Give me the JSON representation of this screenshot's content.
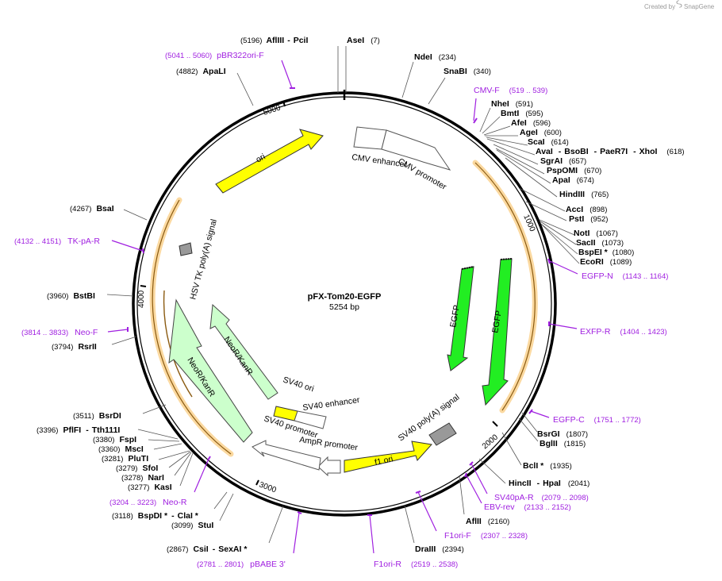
{
  "credit": {
    "created_by": "Created by",
    "brand": "SnapGene"
  },
  "plasmid": {
    "name": "pFX-Tom20-EGFP",
    "size_label": "5254 bp",
    "length": 5254
  },
  "ticks": [
    "1000",
    "2000",
    "3000",
    "4000",
    "5000"
  ],
  "features": [
    {
      "name": "CMV enhancer",
      "label": "CMV enhancer",
      "color": "#ffffff"
    },
    {
      "name": "CMV promoter",
      "label": "CMV promoter",
      "color": "#ffffff"
    },
    {
      "name": "EGFP (inner)",
      "label": "EGFP",
      "color": "#22ee22"
    },
    {
      "name": "EGFP (outer)",
      "label": "EGFP",
      "color": "#22ee22"
    },
    {
      "name": "SV40 poly(A) signal",
      "label": "SV40 poly(A) signal",
      "color": "#999999"
    },
    {
      "name": "f1 ori",
      "label": "f1 ori",
      "color": "#ffff00"
    },
    {
      "name": "AmpR promoter",
      "label": "AmpR promoter",
      "color": "#ffffff"
    },
    {
      "name": "SV40 promoter",
      "label": "SV40 promoter",
      "color": "#ffffff"
    },
    {
      "name": "SV40 ori",
      "label": "SV40 ori",
      "color": "#ffff00"
    },
    {
      "name": "SV40 enhancer",
      "label": "SV40 enhancer",
      "color": "#ffffff"
    },
    {
      "name": "NeoR/KanR (inner)",
      "label": "NeoR/KanR",
      "color": "#ccffcc"
    },
    {
      "name": "NeoR/KanR (outer)",
      "label": "NeoR/KanR",
      "color": "#ccffcc"
    },
    {
      "name": "HSV TK poly(A) signal",
      "label": "HSV TK poly(A) signal",
      "color": "#999999"
    },
    {
      "name": "ori",
      "label": "ori",
      "color": "#ffff00"
    }
  ],
  "sites": [
    {
      "name": "AflIII",
      "name2": "PciI",
      "pos": "(5196)"
    },
    {
      "name": "AseI",
      "pos": "(7)"
    },
    {
      "name": "NdeI",
      "pos": "(234)"
    },
    {
      "name": "SnaBI",
      "pos": "(340)"
    },
    {
      "name": "NheI",
      "pos": "(591)"
    },
    {
      "name": "BmtI",
      "pos": "(595)"
    },
    {
      "name": "AfeI",
      "pos": "(596)"
    },
    {
      "name": "AgeI",
      "pos": "(600)"
    },
    {
      "name": "ScaI",
      "pos": "(614)"
    },
    {
      "name": "AvaI",
      "name2": "BsoBI",
      "name3": "PaeR7I",
      "name4": "XhoI",
      "pos": "(618)"
    },
    {
      "name": "SgrAI",
      "pos": "(657)"
    },
    {
      "name": "PspOMI",
      "pos": "(670)"
    },
    {
      "name": "ApaI",
      "pos": "(674)"
    },
    {
      "name": "HindIII",
      "pos": "(765)"
    },
    {
      "name": "AccI",
      "pos": "(898)"
    },
    {
      "name": "PstI",
      "pos": "(952)"
    },
    {
      "name": "NotI",
      "pos": "(1067)"
    },
    {
      "name": "SacII",
      "pos": "(1073)"
    },
    {
      "name": "BspEI *",
      "pos": "(1080)"
    },
    {
      "name": "EcoRI",
      "pos": "(1089)"
    },
    {
      "name": "BsrGI",
      "pos": "(1807)"
    },
    {
      "name": "BglII",
      "pos": "(1815)"
    },
    {
      "name": "BclI *",
      "pos": "(1935)"
    },
    {
      "name": "HincII",
      "name2": "HpaI",
      "pos": "(2041)"
    },
    {
      "name": "AflII",
      "pos": "(2160)"
    },
    {
      "name": "DraIII",
      "pos": "(2394)"
    },
    {
      "name": "CsiI",
      "name2": "SexAI *",
      "pos": "(2867)"
    },
    {
      "name": "StuI",
      "pos": "(3099)"
    },
    {
      "name": "BspDI *",
      "name2": "ClaI *",
      "pos": "(3118)"
    },
    {
      "name": "KasI",
      "pos": "(3277)"
    },
    {
      "name": "NarI",
      "pos": "(3278)"
    },
    {
      "name": "SfoI",
      "pos": "(3279)"
    },
    {
      "name": "PluTI",
      "pos": "(3281)"
    },
    {
      "name": "MscI",
      "pos": "(3360)"
    },
    {
      "name": "FspI",
      "pos": "(3380)"
    },
    {
      "name": "PflFI",
      "name2": "Tth111I",
      "pos": "(3396)"
    },
    {
      "name": "BsrDI",
      "pos": "(3511)"
    },
    {
      "name": "RsrII",
      "pos": "(3794)"
    },
    {
      "name": "BstBI",
      "pos": "(3960)"
    },
    {
      "name": "BsaI",
      "pos": "(4267)"
    },
    {
      "name": "ApaLI",
      "pos": "(4882)"
    }
  ],
  "primers": [
    {
      "name": "pBR322ori-F",
      "range": "(5041 .. 5060)"
    },
    {
      "name": "CMV-F",
      "range": "(519 .. 539)"
    },
    {
      "name": "EGFP-N",
      "range": "(1143 .. 1164)"
    },
    {
      "name": "EXFP-R",
      "range": "(1404 .. 1423)"
    },
    {
      "name": "EGFP-C",
      "range": "(1751 .. 1772)"
    },
    {
      "name": "SV40pA-R",
      "range": "(2079 .. 2098)"
    },
    {
      "name": "EBV-rev",
      "range": "(2133 .. 2152)"
    },
    {
      "name": "F1ori-F",
      "range": "(2307 .. 2328)"
    },
    {
      "name": "F1ori-R",
      "range": "(2519 .. 2538)"
    },
    {
      "name": "pBABE 3'",
      "range": "(2781 .. 2801)"
    },
    {
      "name": "Neo-R",
      "range": "(3204 .. 3223)"
    },
    {
      "name": "Neo-F",
      "range": "(3814 .. 3833)"
    },
    {
      "name": "TK-pA-R",
      "range": "(4132 .. 4151)"
    }
  ],
  "colors": {
    "backbone": "#000000",
    "primer": "#a020e0",
    "orf_highlight": "#fbd9a0",
    "orf_line": "#8a5a10"
  }
}
